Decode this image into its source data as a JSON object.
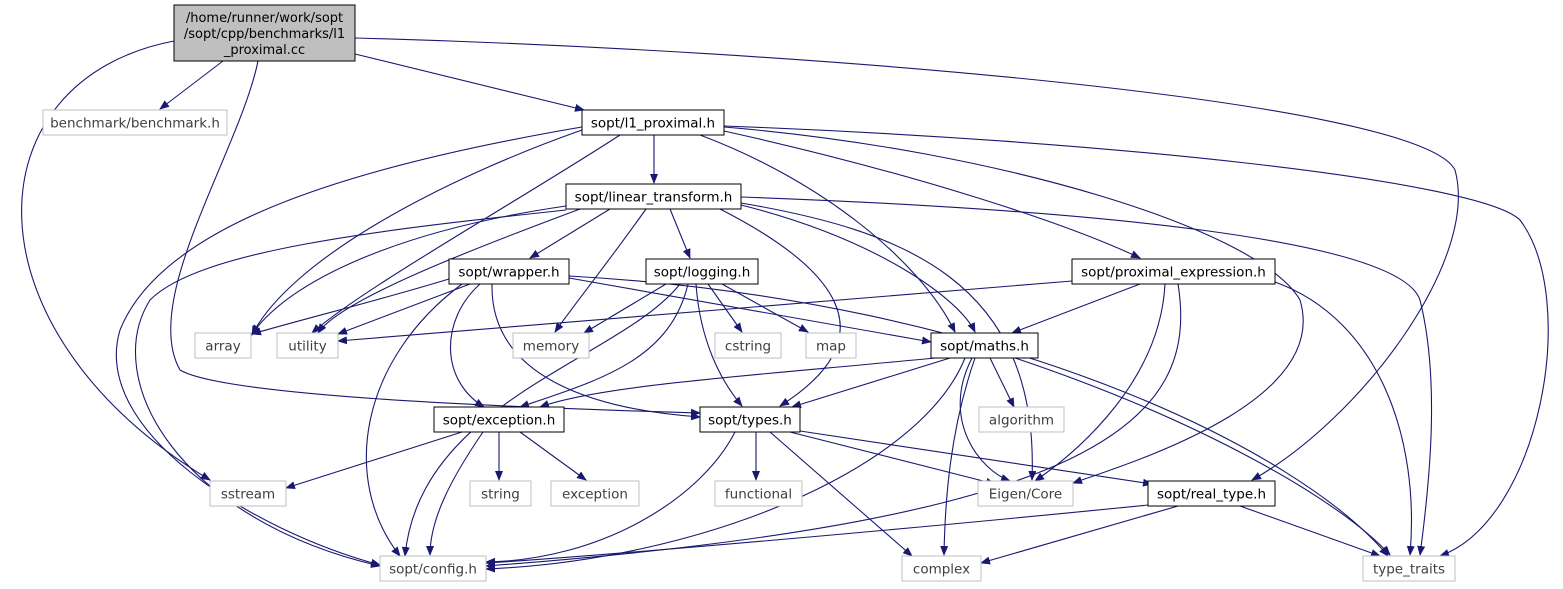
{
  "diagram": {
    "root": {
      "lines": [
        "/home/runner/work/sopt",
        "/sopt/cpp/benchmarks/l1",
        "_proximal.cc"
      ],
      "fill": "#bfbfbf"
    },
    "nodes": {
      "benchmark": "benchmark/benchmark.h",
      "l1_proximal": "sopt/l1_proximal.h",
      "linear_transform": "sopt/linear_transform.h",
      "wrapper": "sopt/wrapper.h",
      "logging": "sopt/logging.h",
      "proximal_expression": "sopt/proximal_expression.h",
      "array": "array",
      "utility": "utility",
      "memory": "memory",
      "cstring": "cstring",
      "map": "map",
      "maths": "sopt/maths.h",
      "algorithm": "algorithm",
      "exception_h": "sopt/exception.h",
      "types": "sopt/types.h",
      "sstream": "sstream",
      "string": "string",
      "exception": "exception",
      "functional": "functional",
      "eigen_core": "Eigen/Core",
      "real_type": "sopt/real_type.h",
      "config": "sopt/config.h",
      "complex": "complex",
      "type_traits": "type_traits"
    },
    "colors": {
      "edge": "#191970",
      "project_border": "#000000",
      "external_border": "#bfbfbf",
      "external_text": "#3f3f3f"
    }
  }
}
